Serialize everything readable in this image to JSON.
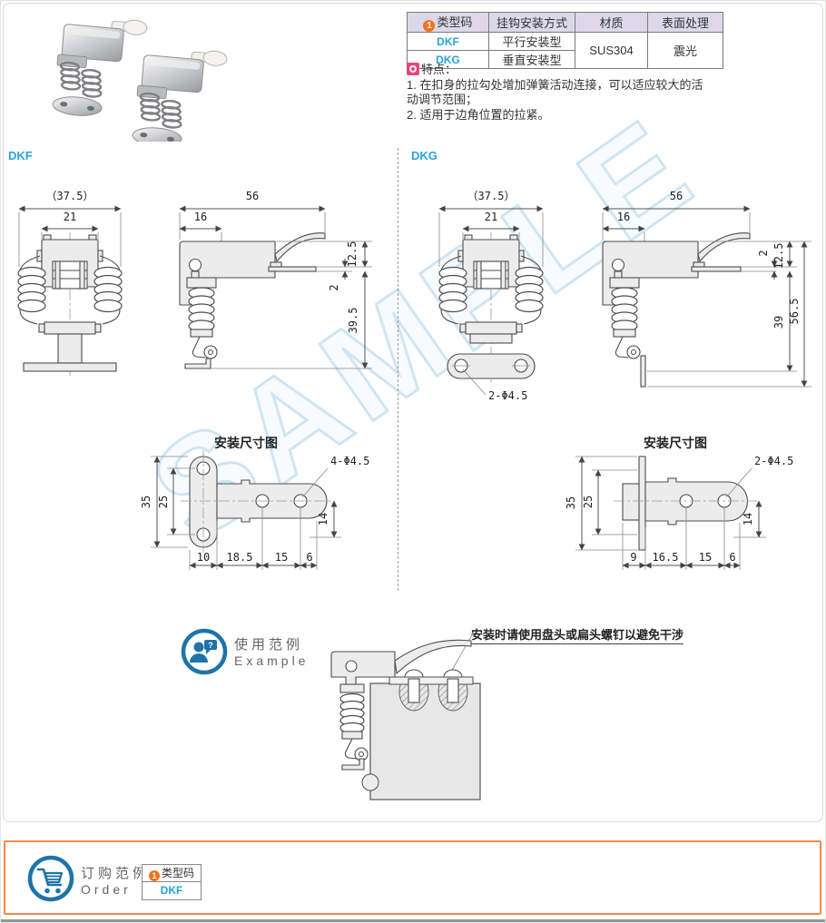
{
  "watermark": "SAMPLE",
  "colors": {
    "accent_blue": "#29a3dc",
    "badge_orange": "#f0731e",
    "feature_pink": "#e8457c",
    "icon_blue": "#1e74a8",
    "order_border": "#ef8a4e",
    "table_header_bg": "#dcd8ea",
    "watermark_blue": "#cfe5f4"
  },
  "product_table": {
    "badge": "1",
    "headers": [
      "类型码",
      "挂钩安装方式",
      "材质",
      "表面处理"
    ],
    "rows": [
      {
        "code": "DKF",
        "mount_type": "平行安装型"
      },
      {
        "code": "DKG",
        "mount_type": "垂直安装型"
      }
    ],
    "material": "SUS304",
    "finish": "震光"
  },
  "features": {
    "title": "特点：",
    "line1": "1. 在扣身的拉勾处增加弹簧活动连接，可以适应较大的活",
    "line2": "动调节范围；",
    "line3": "2. 适用于边角位置的拉紧。"
  },
  "dkf": {
    "label": "DKF",
    "front": {
      "dim_width_overall": "（37.5）",
      "dim_width_body": "21"
    },
    "side": {
      "dim_length": "56",
      "dim_hook": "16",
      "dim_h1": "12.5",
      "dim_t": "2",
      "dim_h2": "39.5"
    },
    "mount": {
      "title": "安装尺寸图",
      "dim_holes": "4-Φ4.5",
      "dim_h_total": "35",
      "dim_h_pitch": "25",
      "dim_v": "14",
      "dim_b1": "10",
      "dim_b2": "18.5",
      "dim_b3": "15",
      "dim_b4": "6"
    }
  },
  "dkg": {
    "label": "DKG",
    "front": {
      "dim_width_overall": "（37.5）",
      "dim_width_body": "21",
      "dim_holes": "2-Φ4.5"
    },
    "side": {
      "dim_length": "56",
      "dim_hook": "16",
      "dim_t": "2",
      "dim_h1": "12.5",
      "dim_h2": "39",
      "dim_h3": "56.5"
    },
    "mount": {
      "title": "安装尺寸图",
      "dim_holes": "2-Φ4.5",
      "dim_h_total": "35",
      "dim_h_pitch": "25",
      "dim_v": "14",
      "dim_b1": "9",
      "dim_b2": "16.5",
      "dim_b3": "15",
      "dim_b4": "6"
    }
  },
  "example": {
    "label_cn": "使用范例",
    "label_en": "Example",
    "q_mark": "?",
    "note": "安装时请使用盘头或扁头螺钉以避免干涉"
  },
  "order": {
    "label_cn": "订购范例",
    "label_en": "Order",
    "badge": "1",
    "col_header": "类型码",
    "value": "DKF"
  }
}
